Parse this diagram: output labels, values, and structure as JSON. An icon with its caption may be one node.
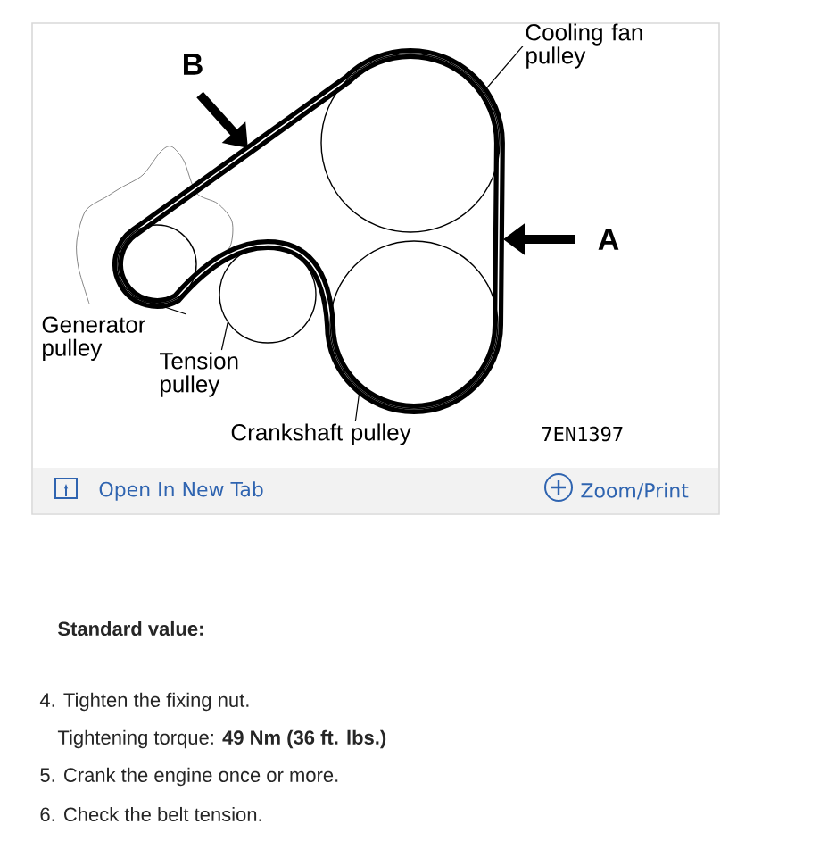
{
  "diagram": {
    "nodes": [
      {
        "text": [
          "Cooling fan pulley"
        ]
      },
      {
        "text": [],
        "shape": "circle"
      },
      {
        "text": [
          "Generator pulley"
        ]
      },
      {
        "text": [],
        "shape": "circle"
      },
      {
        "text": [
          "Tension pulley"
        ]
      },
      {
        "text": [],
        "shape": "circle"
      },
      {
        "text": [
          "Crankshaft pulley"
        ]
      },
      {
        "text": [],
        "shape": "circle"
      }
    ],
    "edges": [
      {
        "from": 0,
        "to": 1,
        "arrow": "none"
      },
      {
        "from": 2,
        "to": 3,
        "arrow": "none"
      },
      {
        "from": 4,
        "to": 5,
        "arrow": "none"
      },
      {
        "from": 6,
        "to": 7,
        "arrow": "none"
      }
    ],
    "labels": [
      "B",
      "A",
      "7EN1397",
      "Open In New Tab",
      "Zoom/Print",
      "Standard value:",
      "4. Tighten the fixing nut.",
      "Tightening torque: **49 Nm (36 ft. lbs.)**",
      "5. Crank the engine once or more.",
      "6. Check the belt tension."
    ]
  }
}
